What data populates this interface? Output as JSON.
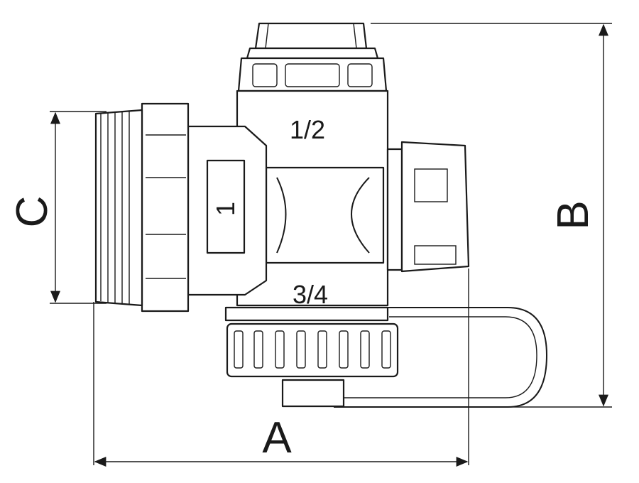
{
  "diagram": {
    "markings": {
      "top_port": "1/2",
      "inlet": "1",
      "bottom_port": "3/4"
    },
    "dimensions": {
      "a": "A",
      "b": "B",
      "c": "C"
    }
  }
}
